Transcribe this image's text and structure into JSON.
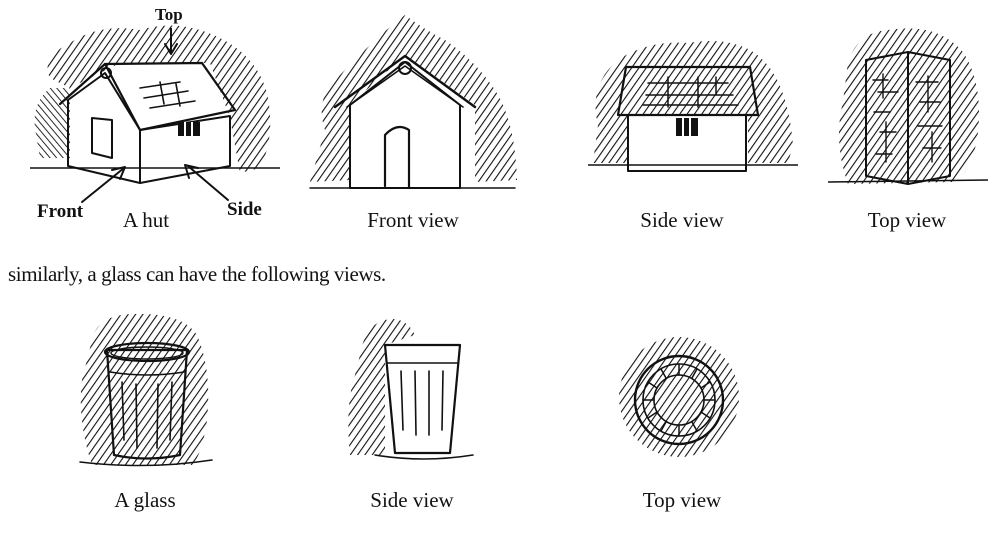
{
  "row1": {
    "labels": {
      "top": "Top",
      "front": "Front",
      "side": "Side"
    },
    "captions": {
      "hut": "A hut",
      "front_view": "Front view",
      "side_view": "Side view",
      "top_view": "Top view"
    }
  },
  "paragraph": "similarly, a glass can have the following views.",
  "row2": {
    "captions": {
      "glass": "A glass",
      "side_view": "Side view",
      "top_view": "Top view"
    }
  }
}
